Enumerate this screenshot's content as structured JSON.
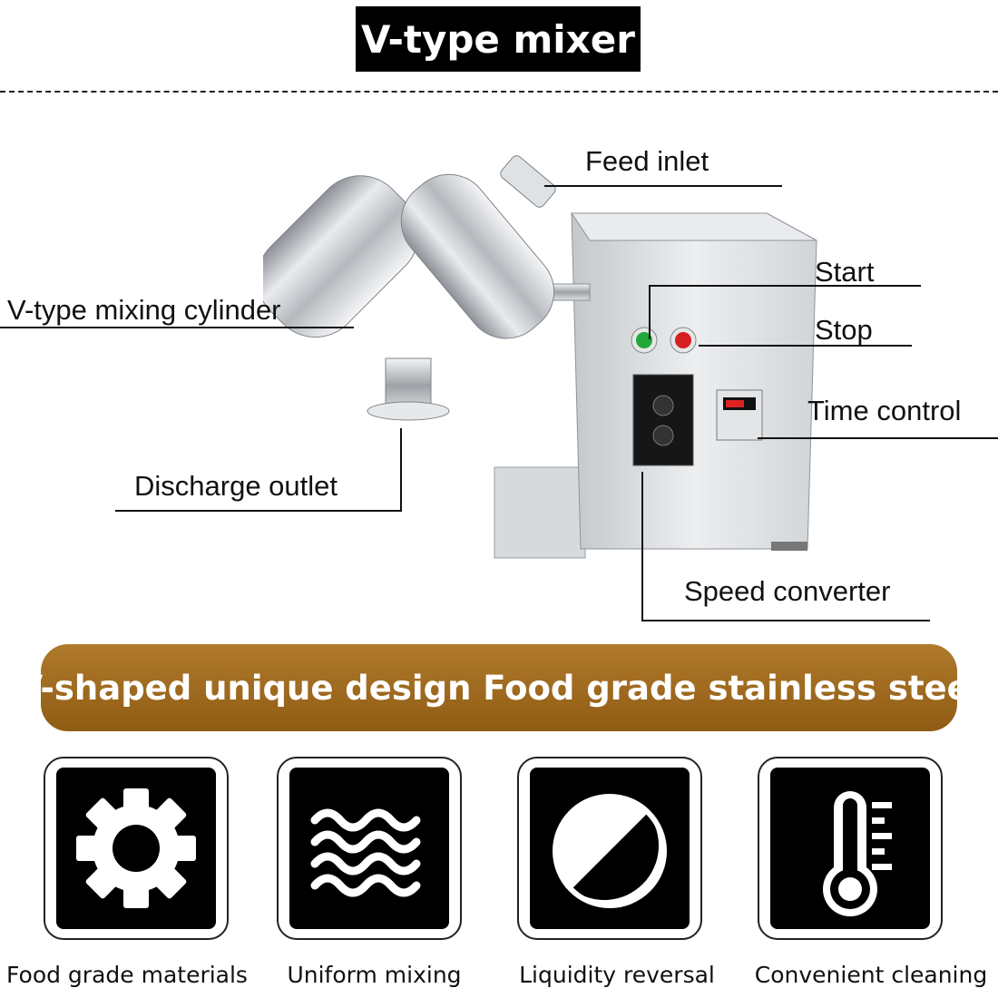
{
  "title": "V-type mixer",
  "callouts": {
    "feed_inlet": "Feed inlet",
    "start": "Start",
    "stop": "Stop",
    "mixing_cylinder": "V-type mixing cylinder",
    "time_control": "Time control",
    "discharge_outlet": "Discharge outlet",
    "speed_converter": "Speed converter"
  },
  "banner": "V-shaped unique design Food grade stainless steel",
  "features": [
    {
      "label": "Food grade materials",
      "icon": "gear-icon"
    },
    {
      "label": "Uniform mixing",
      "icon": "waves-icon"
    },
    {
      "label": "Liquidity reversal",
      "icon": "half-circle-icon"
    },
    {
      "label": "Convenient cleaning",
      "icon": "thermometer-icon"
    }
  ],
  "colors": {
    "banner": "#9c6a1f",
    "start_button": "#22a83a",
    "stop_button": "#d62020",
    "steel": "#c8cbcf"
  }
}
